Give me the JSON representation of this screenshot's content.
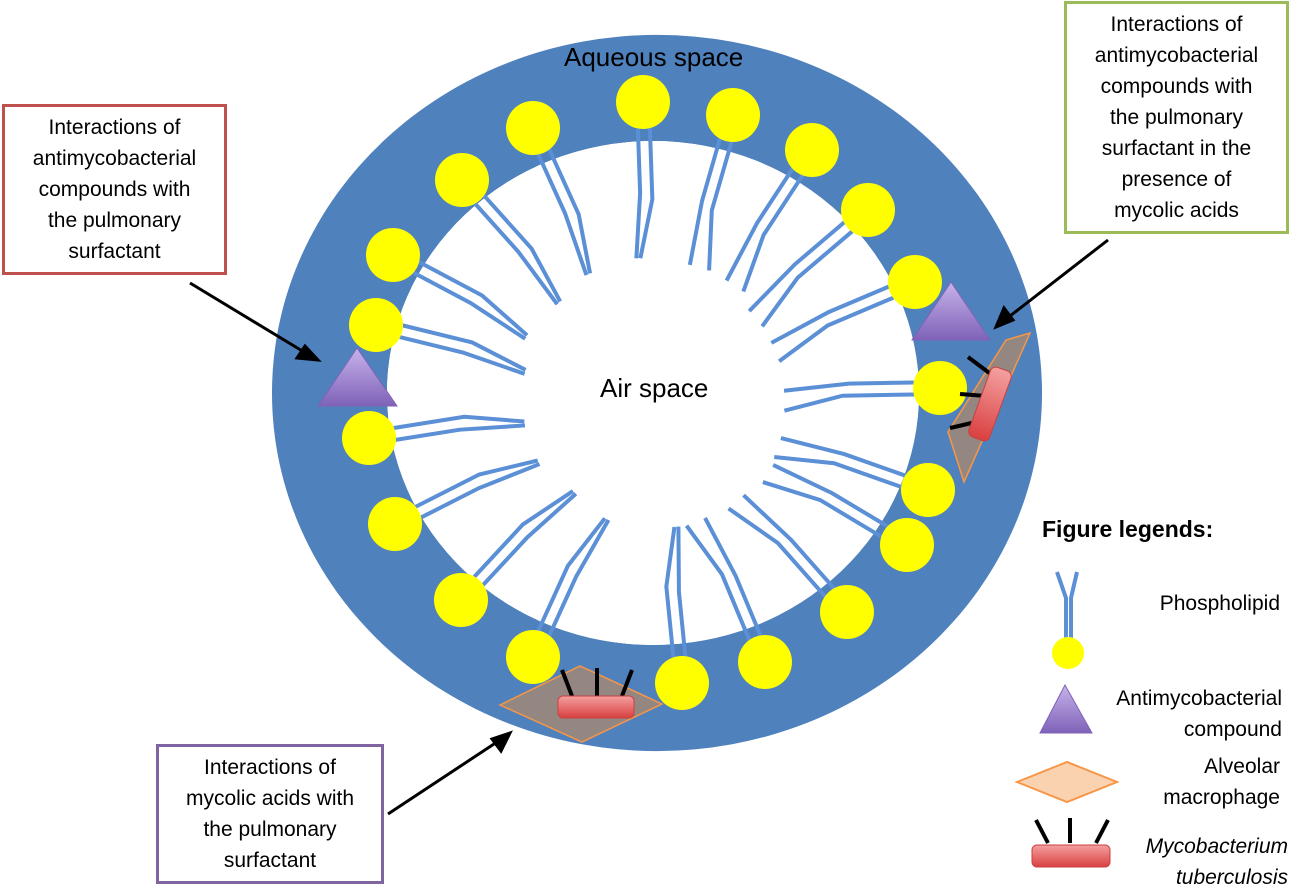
{
  "labels": {
    "aqueous_space": "Aqueous space",
    "air_space": "Air space"
  },
  "callouts": {
    "left": "Interactions of\nantimycobacterial\ncompounds with\nthe pulmonary\nsurfactant",
    "right": "Interactions of\nantimycobacterial\ncompounds with\nthe pulmonary\nsurfactant in the\npresence of\nmycolic acids",
    "bottom": "Interactions of\nmycolic acids with\nthe pulmonary\nsurfactant"
  },
  "legend": {
    "title": "Figure legends:",
    "phospholipid": "Phospholipid",
    "compound": "Antimycobacterial\ncompound",
    "macrophage": "Alveolar\nmacrophage",
    "mtb": "Mycobacterium\ntuberculosis"
  },
  "colors": {
    "aqueous": "#4f81bd",
    "headgroup": "#ffff00",
    "tail": "#5b8fd6",
    "compound": "#9b7fd0",
    "macrophage": "#f79646",
    "bacterium": "#e05a5a",
    "border_left": "#c0504d",
    "border_right": "#9bbb59",
    "border_bottom": "#8064a2"
  }
}
